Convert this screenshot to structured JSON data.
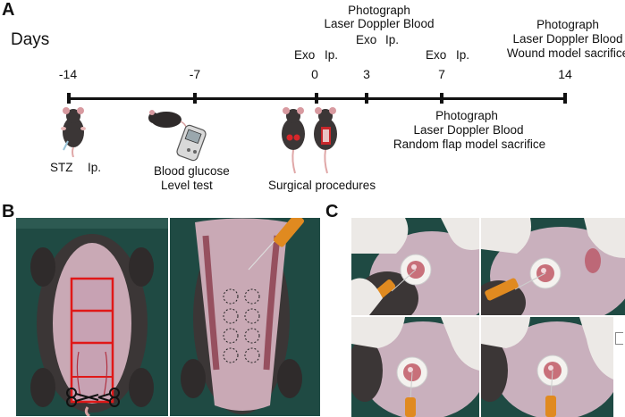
{
  "panel_a": {
    "letter": "A",
    "days_label": "Days",
    "timeline": {
      "ticks": [
        "-14",
        "-7",
        "0",
        "3",
        "7",
        "14"
      ]
    },
    "events": {
      "exo_ip_day0": {
        "exo": "Exo",
        "ip": "Ip."
      },
      "exo_ip_day3": {
        "exo": "Exo",
        "ip": "Ip."
      },
      "exo_ip_day7": {
        "exo": "Exo",
        "ip": "Ip."
      },
      "day3_top": [
        "Photograph",
        "Laser Doppler Blood"
      ],
      "day14_top": [
        "Photograph",
        "Laser Doppler Blood",
        "Wound model sacrifice"
      ],
      "day7_bottom": [
        "Photograph",
        "Laser Doppler Blood",
        "Random flap model sacrifice"
      ]
    },
    "illustrations": {
      "stz": {
        "left": "STZ",
        "right": "Ip."
      },
      "blood": {
        "line1": "Blood  glucose",
        "line2": "Level  test"
      },
      "surgery": "Surgical procedures"
    }
  },
  "panel_b": {
    "letter": "B"
  },
  "panel_c": {
    "letter": "C"
  },
  "colors": {
    "drape": "#1f4a43",
    "skin": "#c9a9b5",
    "fur": "#3b3636",
    "flap_outline": "#e01818",
    "glove": "#ece9e6",
    "needle_hub": "#e08a20"
  }
}
